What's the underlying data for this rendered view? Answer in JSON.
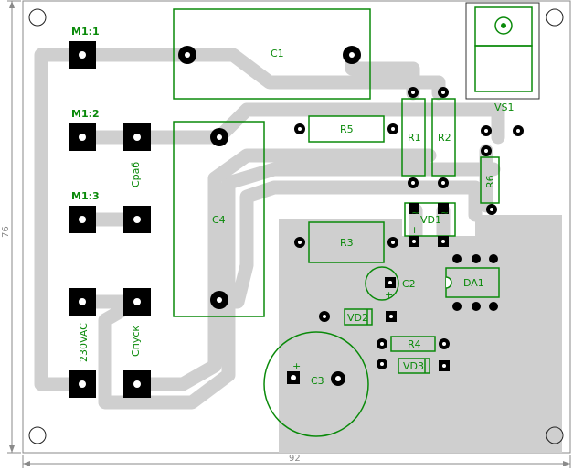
{
  "board": {
    "width_label": "92",
    "height_label": "76"
  },
  "connectors": {
    "m1_1": "M1:1",
    "m1_2": "M1:2",
    "m1_3": "M1:3",
    "supply": "230VAC",
    "trip": "Сраб",
    "start": "Спуск"
  },
  "components": {
    "c1": "C1",
    "c2": "C2",
    "c3": "C3",
    "c4": "C4",
    "r1": "R1",
    "r2": "R2",
    "r3": "R3",
    "r4": "R4",
    "r5": "R5",
    "r6": "R6",
    "vs1": "VS1",
    "vd1": "VD1",
    "vd2": "VD2",
    "vd3": "VD3",
    "da1": "DA1"
  },
  "polarity": {
    "plus": "+",
    "minus": "−",
    "ac": "~"
  },
  "colors": {
    "copper": "#cfcfcf",
    "silkscreen": "#0a8a0a",
    "pad": "#000000",
    "outline": "#8a8a8a"
  }
}
